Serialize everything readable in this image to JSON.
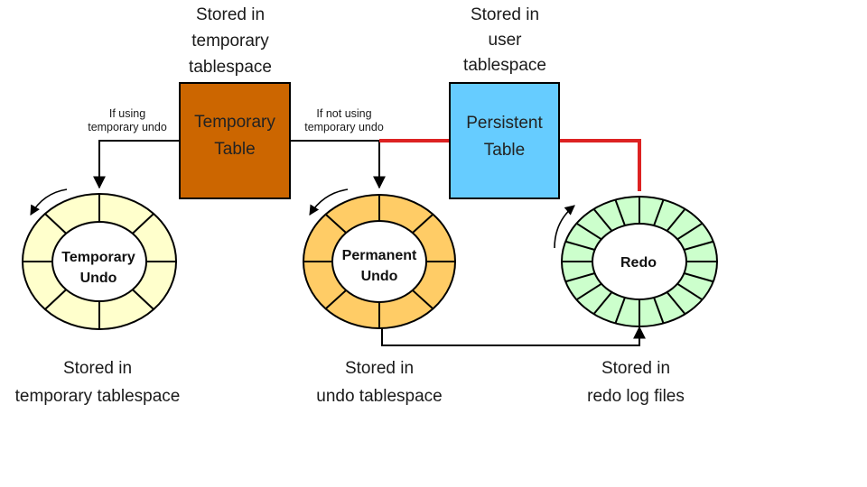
{
  "top_captions": {
    "temp_table": [
      "Stored in",
      "temporary",
      "tablespace"
    ],
    "persistent_table": [
      "Stored in",
      "user",
      "tablespace"
    ]
  },
  "edge_labels": {
    "if_using": [
      "If using",
      "temporary undo"
    ],
    "if_not_using": [
      "If not using",
      "temporary undo"
    ]
  },
  "boxes": {
    "temporary_table": [
      "Temporary",
      "Table"
    ],
    "persistent_table": [
      "Persistent",
      "Table"
    ]
  },
  "rings": {
    "temporary_undo": [
      "Temporary",
      "Undo"
    ],
    "permanent_undo": [
      "Permanent",
      "Undo"
    ],
    "redo": [
      "Redo"
    ]
  },
  "bottom_captions": {
    "temp": [
      "Stored in",
      "temporary tablespace"
    ],
    "undo": [
      "Stored in",
      "undo tablespace"
    ],
    "redo": [
      "Stored in",
      "redo log files"
    ]
  },
  "colors": {
    "temporary_table_fill": "#cc6600",
    "persistent_table_fill": "#66ccff",
    "temporary_undo_fill": "#ffffcc",
    "permanent_undo_fill": "#ffcc66",
    "redo_fill": "#ccffcc",
    "red_link": "#dd2222",
    "black_link": "#000000"
  }
}
